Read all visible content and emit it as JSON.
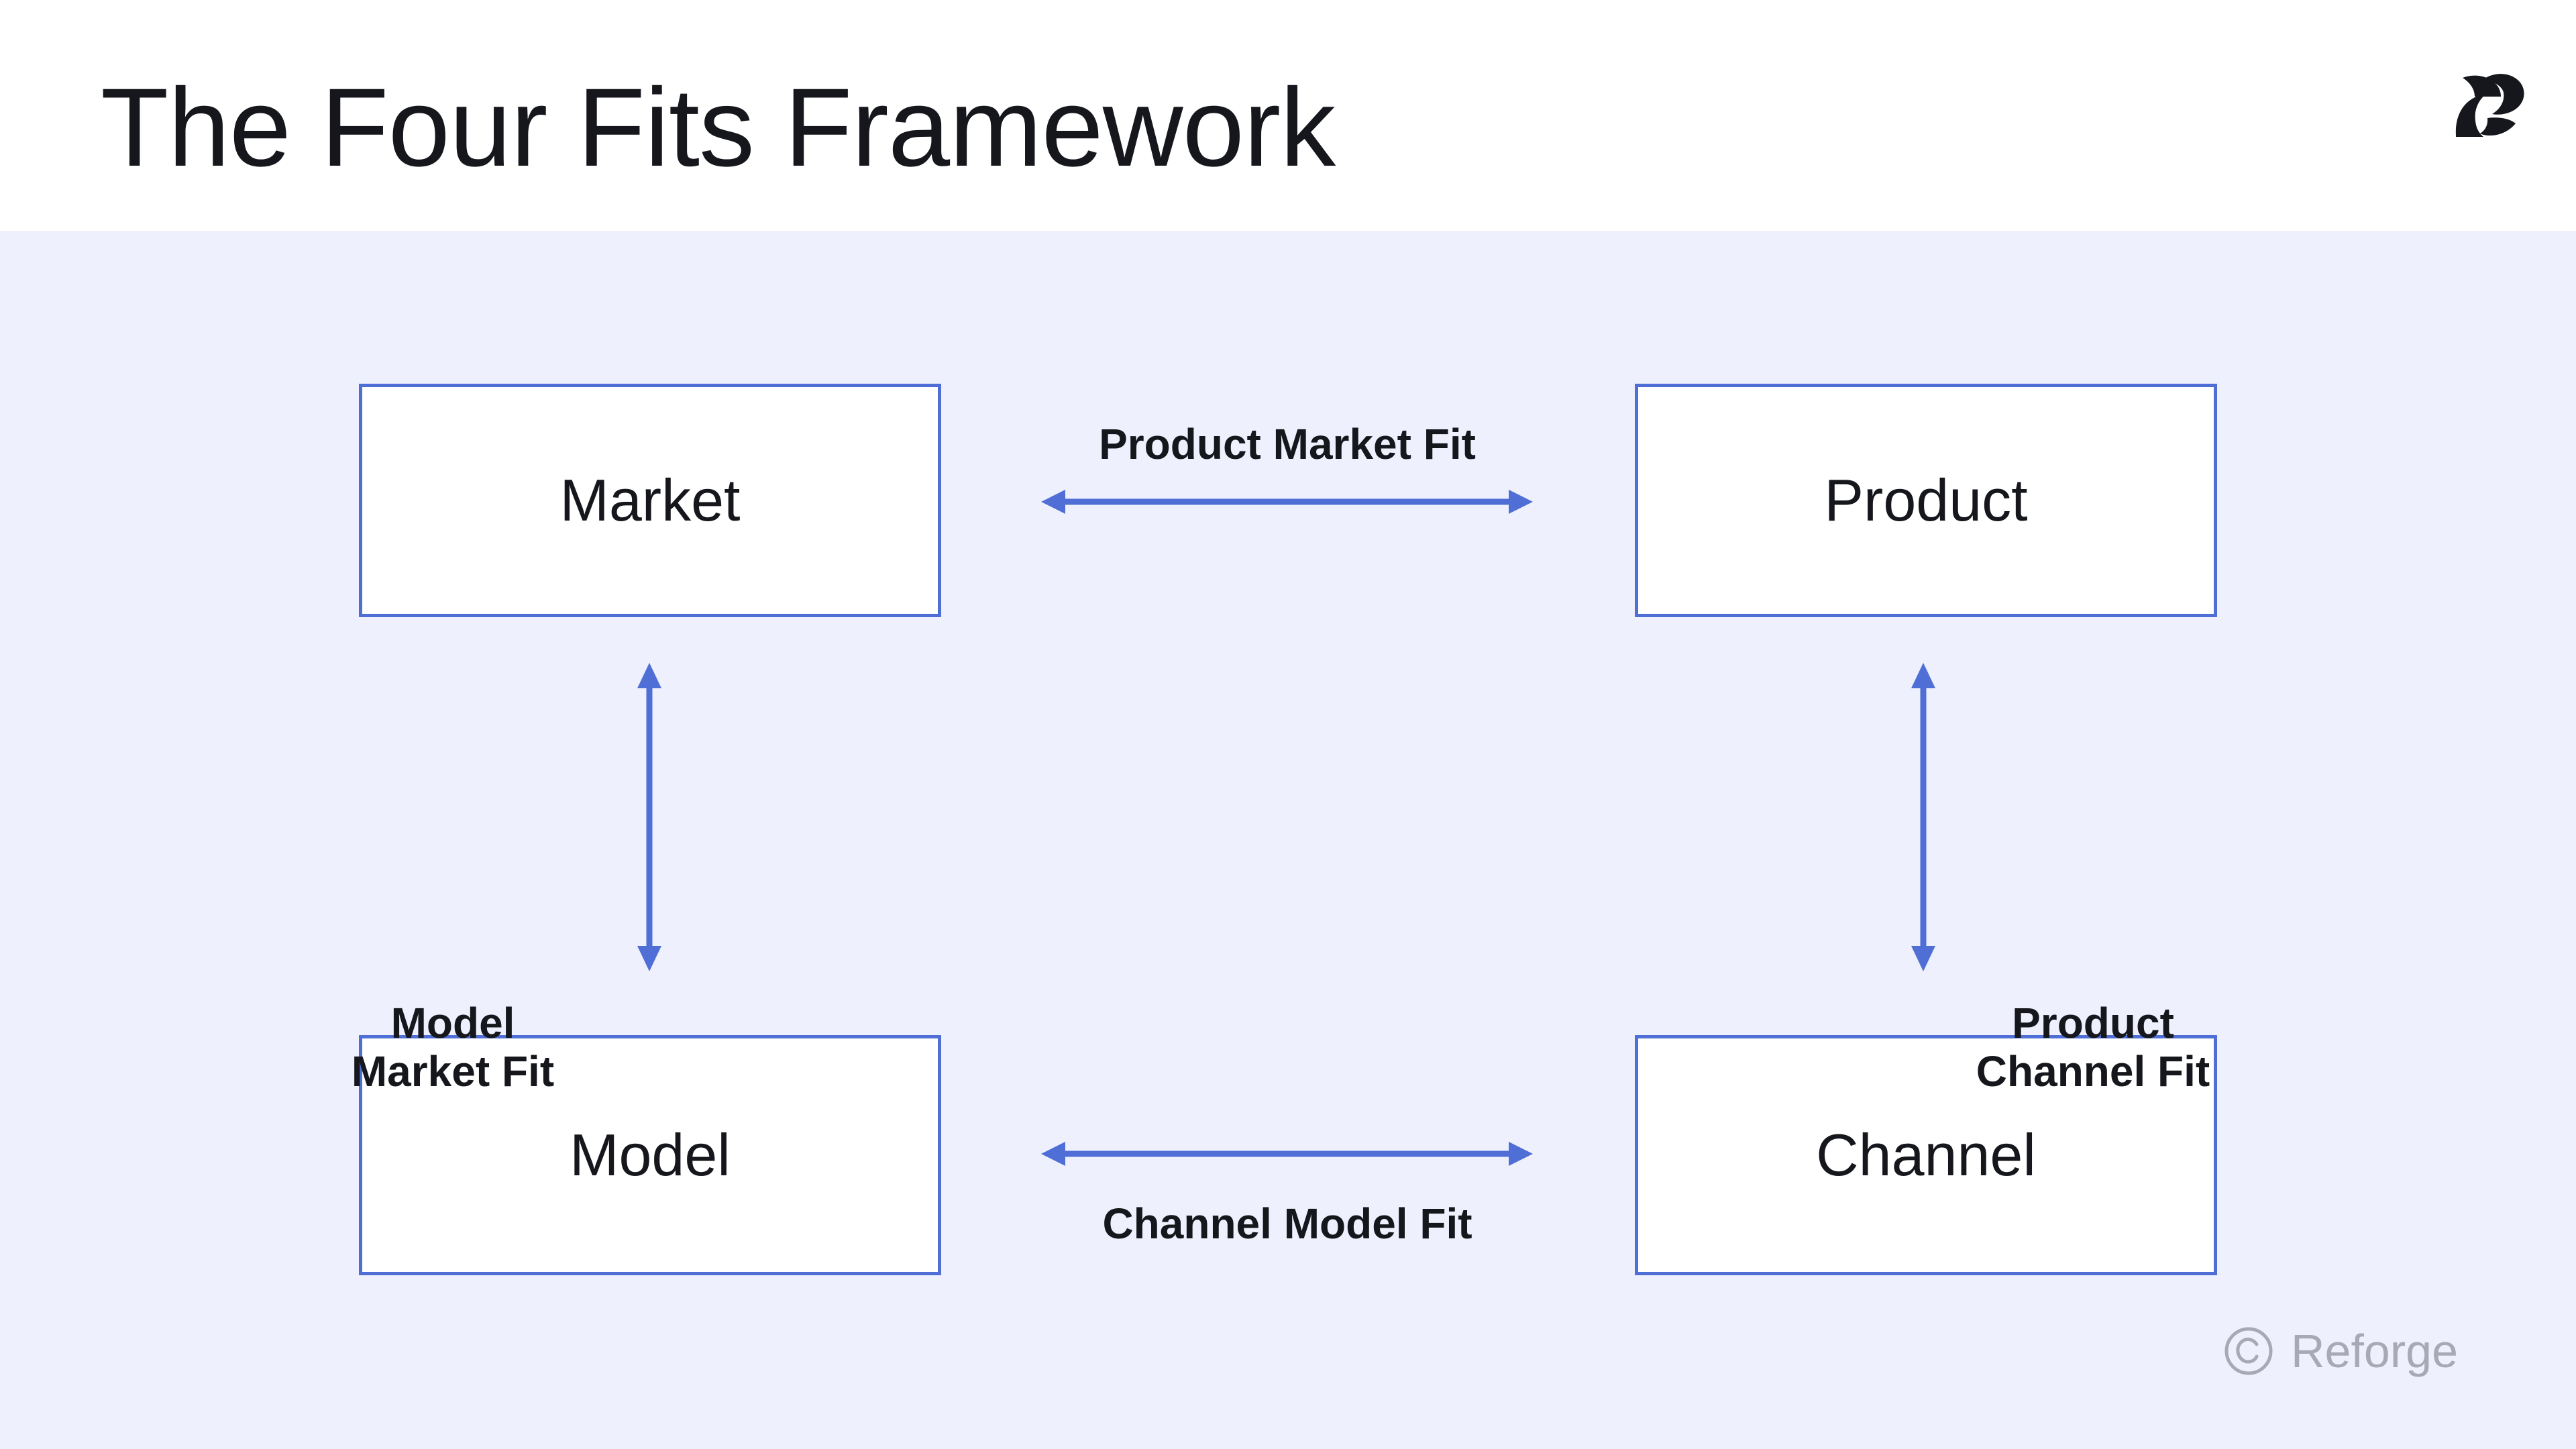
{
  "header": {
    "title": "The Four Fits Framework",
    "logo_icon": "reforge-logo-icon"
  },
  "colors": {
    "canvas_background": "#eef0fd",
    "header_background": "#ffffff",
    "node_border": "#4f6fd6",
    "node_fill": "#ffffff",
    "arrow": "#4f6fd6",
    "text": "#15171c",
    "credit_text": "#a7aab4"
  },
  "diagram": {
    "type": "framework-2x2",
    "nodes": [
      {
        "id": "market",
        "label": "Market",
        "position": "top-left"
      },
      {
        "id": "product",
        "label": "Product",
        "position": "top-right"
      },
      {
        "id": "model",
        "label": "Model",
        "position": "bottom-left"
      },
      {
        "id": "channel",
        "label": "Channel",
        "position": "bottom-right"
      }
    ],
    "edges": [
      {
        "id": "product-market-fit",
        "label": "Product Market Fit",
        "from": "market",
        "to": "product",
        "orientation": "horizontal",
        "direction": "bidirectional",
        "label_position": "above"
      },
      {
        "id": "model-market-fit",
        "label": "Model\nMarket Fit",
        "from": "market",
        "to": "model",
        "orientation": "vertical",
        "direction": "bidirectional",
        "label_position": "left"
      },
      {
        "id": "product-channel-fit",
        "label": "Product\nChannel Fit",
        "from": "product",
        "to": "channel",
        "orientation": "vertical",
        "direction": "bidirectional",
        "label_position": "right"
      },
      {
        "id": "channel-model-fit",
        "label": "Channel Model Fit",
        "from": "model",
        "to": "channel",
        "orientation": "horizontal",
        "direction": "bidirectional",
        "label_position": "below"
      }
    ]
  },
  "footer": {
    "copyright_icon": "copyright-icon",
    "brand": "Reforge"
  }
}
